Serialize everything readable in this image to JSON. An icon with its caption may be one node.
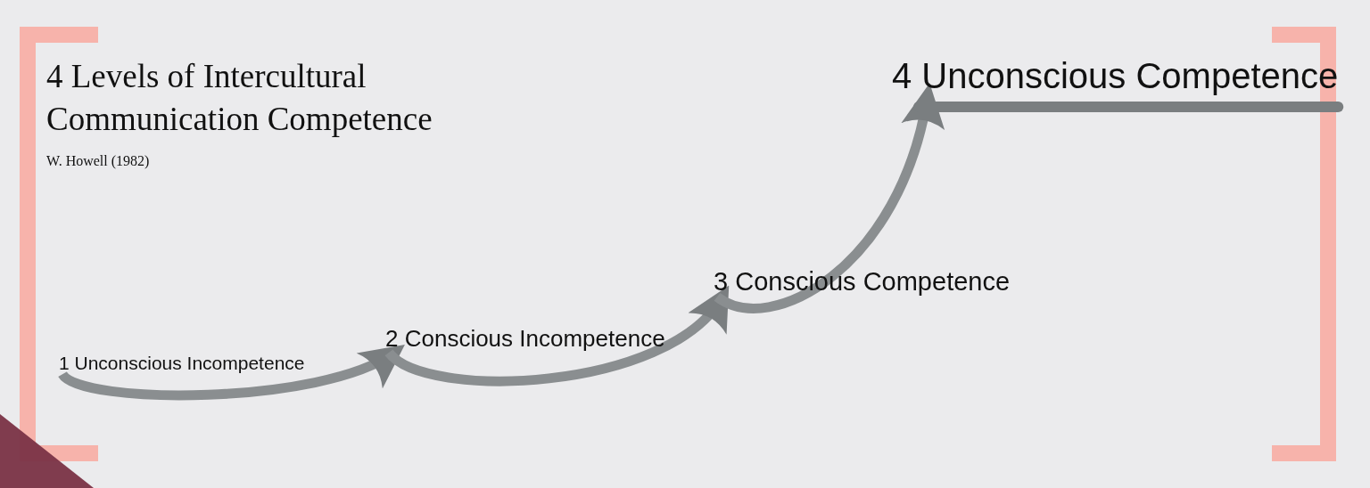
{
  "diagram": {
    "title": "4 Levels of Intercultural Communication Competence",
    "nodes": [
      {
        "text": [
          "1 Unconscious Incompetence"
        ]
      },
      {
        "text": [
          "2 Conscious Incompetence"
        ]
      },
      {
        "text": [
          "3 Conscious Competence"
        ]
      },
      {
        "text": [
          "4 Unconscious Competence"
        ]
      }
    ],
    "edges": [
      {
        "from": 0,
        "to": 1,
        "arrow": "to"
      },
      {
        "from": 1,
        "to": 2,
        "arrow": "to"
      },
      {
        "from": 2,
        "to": 3,
        "arrow": "to"
      }
    ],
    "labels": [
      "W. Howell (1982)"
    ]
  }
}
